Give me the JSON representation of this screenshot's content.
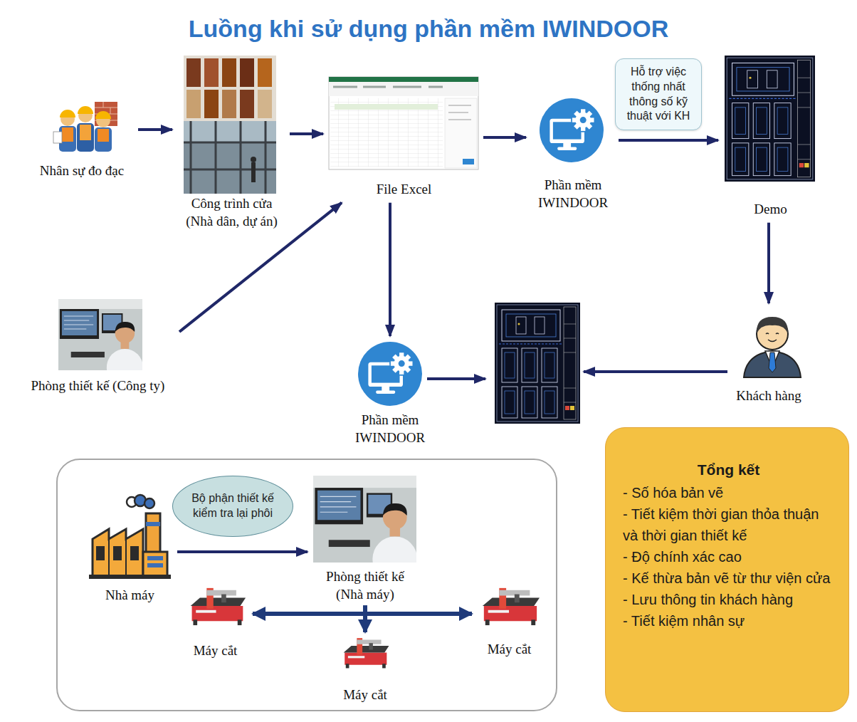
{
  "diagram": {
    "title": "Luồng khi sử dụng phần mềm IWINDOOR",
    "nodes": [
      {
        "text": [
          "Nhân sự đo đạc"
        ]
      },
      {
        "text": [
          "Công trình cửa (Nhà dân, dự án)"
        ]
      },
      {
        "text": [
          "File Excel"
        ]
      },
      {
        "text": [
          "Phần mềm IWINDOOR"
        ]
      },
      {
        "text": [
          "Demo"
        ]
      },
      {
        "text": [
          "Khách hàng"
        ]
      },
      {
        "text": [
          "Phòng thiết kế (Công ty)"
        ]
      },
      {
        "text": [
          "Phần mềm IWINDOOR"
        ]
      },
      {
        "text": [
          "Nhà máy"
        ]
      },
      {
        "text": [
          "Phòng thiết kế (Nhà máy)"
        ]
      },
      {
        "text": [
          "Máy cắt"
        ]
      },
      {
        "text": [
          "Máy cắt"
        ]
      },
      {
        "text": [
          "Máy cắt"
        ]
      },
      {
        "text": [
          "Tổng kết",
          "- Số hóa bản vẽ",
          "- Tiết kiệm thời gian thỏa thuận và thời gian thiết kế",
          "- Độ chính xác cao",
          "- Kế thừa bản vẽ từ thư viện cửa",
          "- Lưu thông tin khách hàng",
          "- Tiết kiệm nhân sự"
        ]
      }
    ],
    "edges": [
      {
        "from": 0,
        "to": 1,
        "arrow": "to"
      },
      {
        "from": 1,
        "to": 2,
        "arrow": "to"
      },
      {
        "from": 6,
        "to": 2,
        "arrow": "to"
      },
      {
        "from": 2,
        "to": 3,
        "arrow": "to"
      },
      {
        "from": 3,
        "to": 4,
        "label": "Hỗ trợ việc thống nhất thông số kỹ thuật với KH",
        "arrow": "to"
      },
      {
        "from": 4,
        "to": 5,
        "arrow": "to"
      },
      {
        "from": 2,
        "to": 7,
        "arrow": "to"
      },
      {
        "from": 8,
        "to": 9,
        "label": "Bộ phận thiết kế kiểm tra lại phôi",
        "arrow": "to"
      },
      {
        "from": 9,
        "to": 10,
        "arrow": "to"
      },
      {
        "from": 9,
        "to": 11,
        "arrow": "to"
      },
      {
        "from": 9,
        "to": 12,
        "arrow": "to"
      }
    ]
  }
}
